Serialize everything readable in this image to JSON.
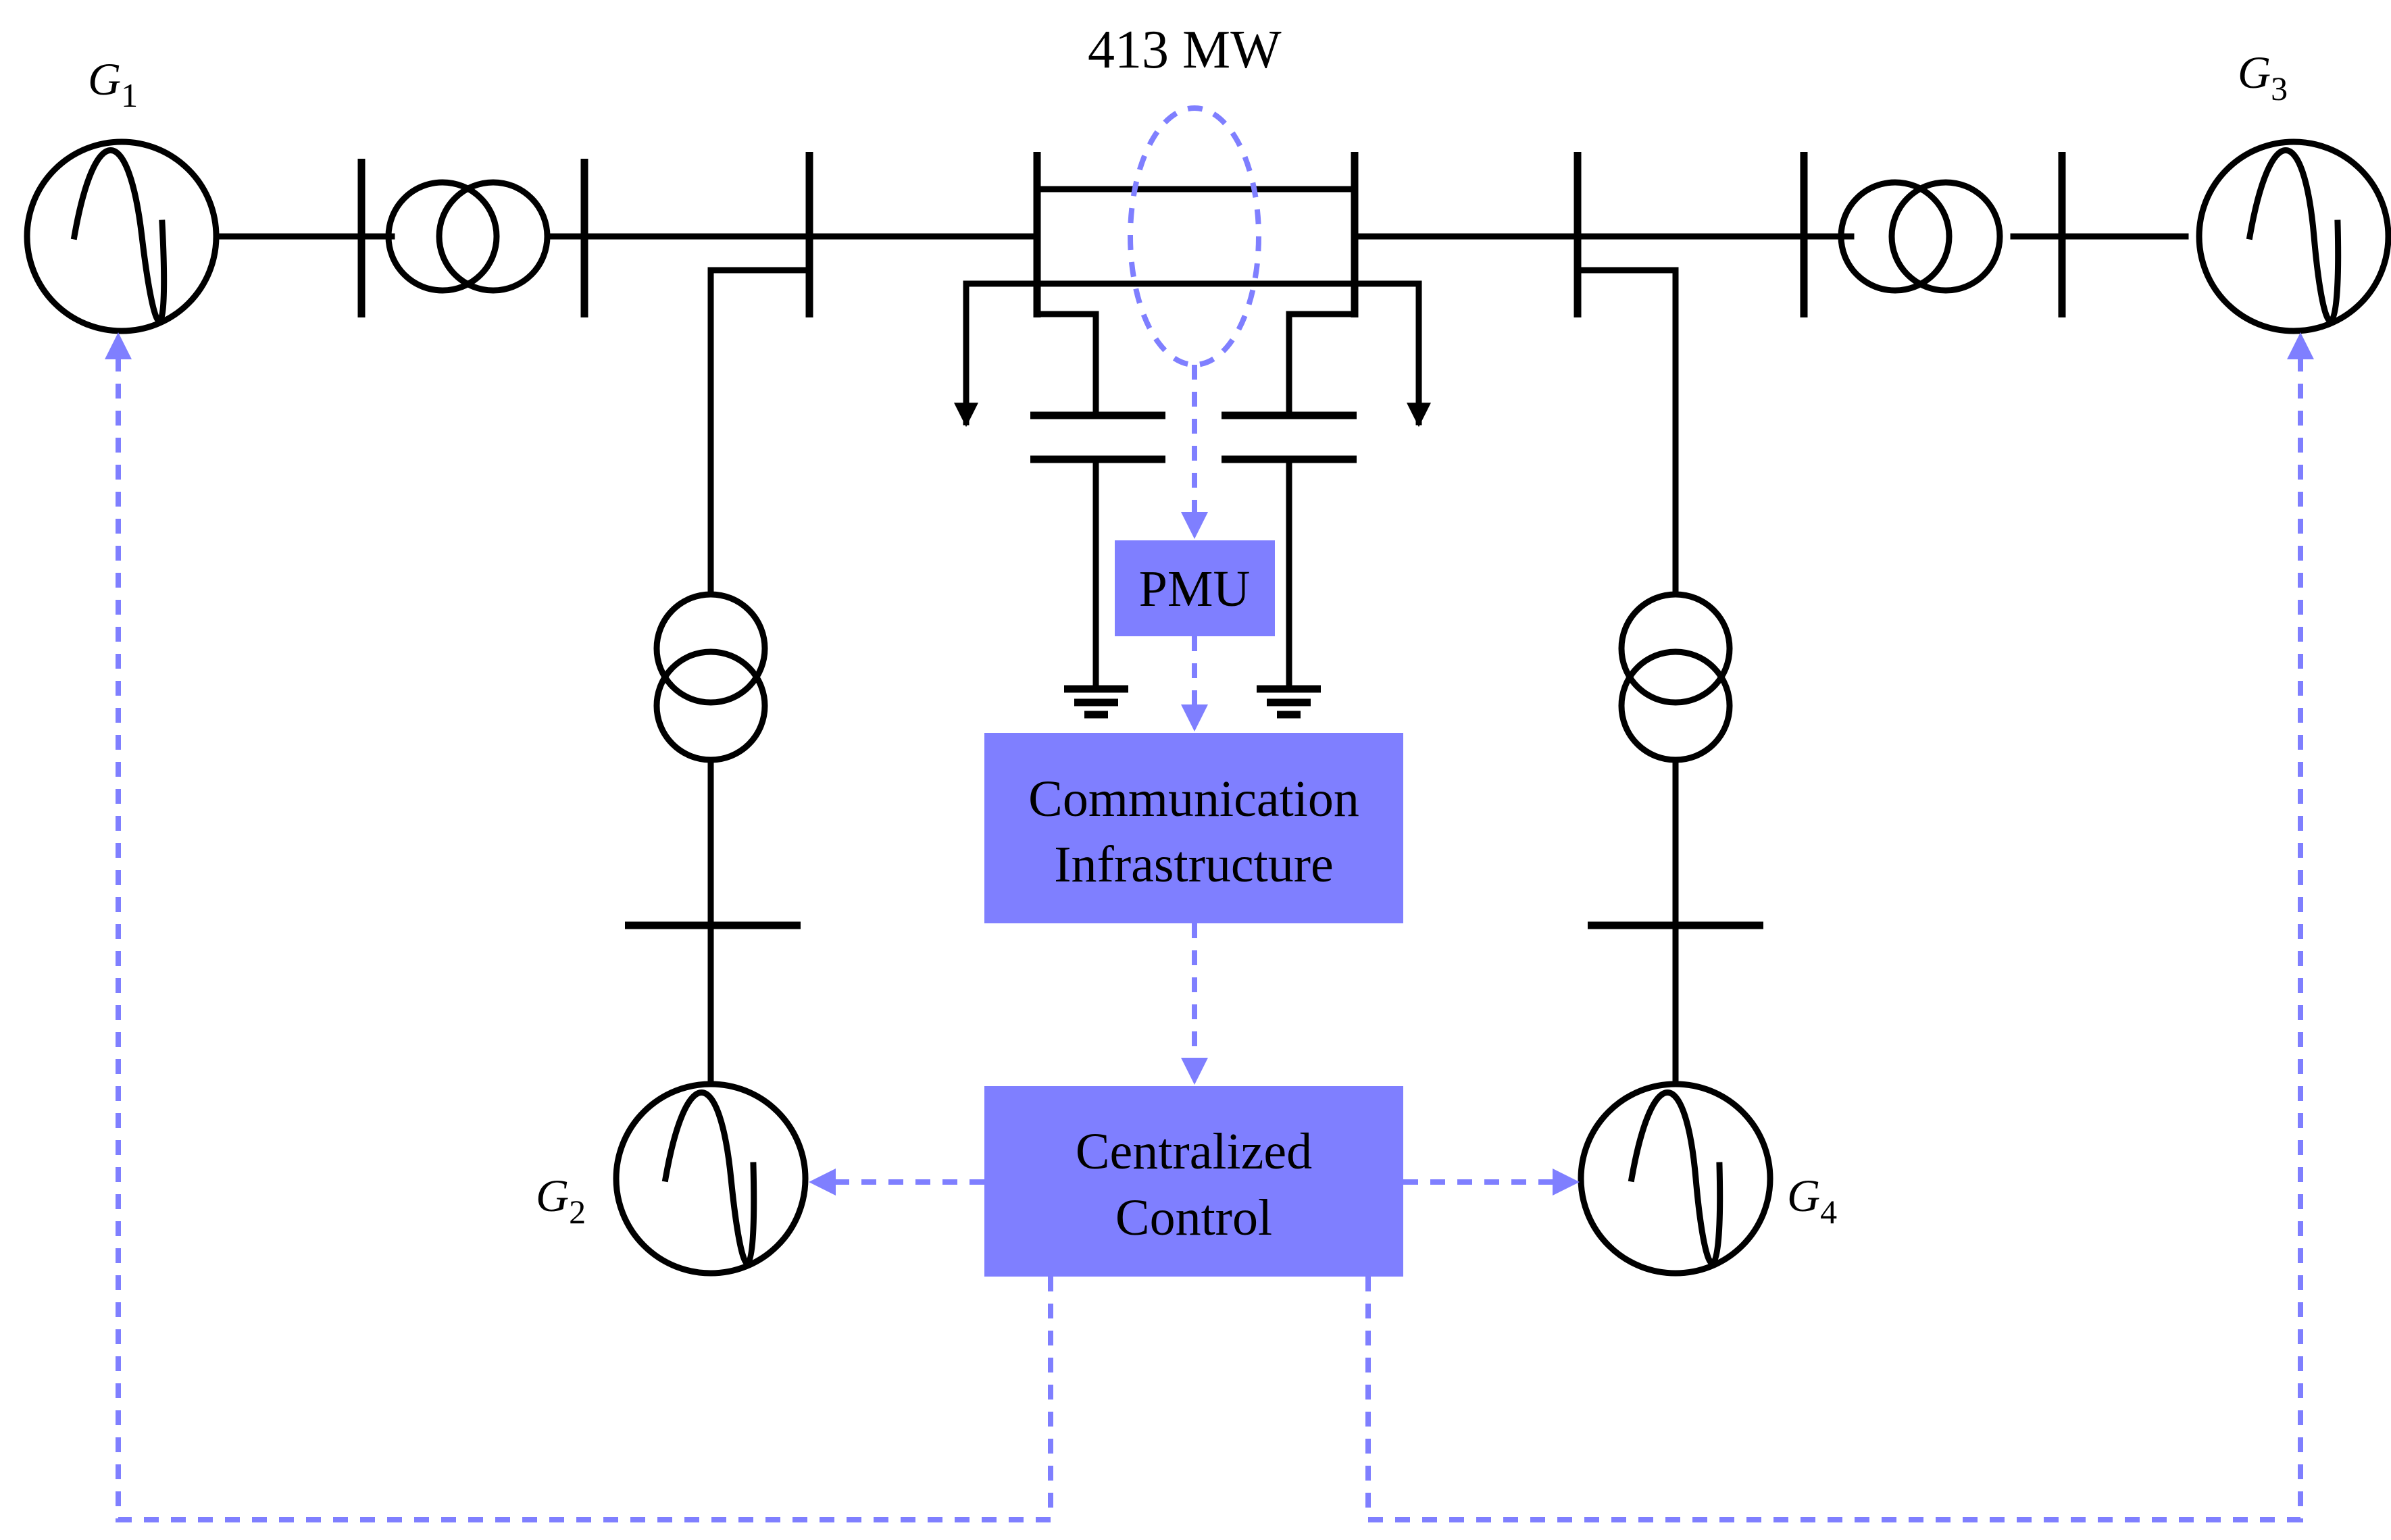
{
  "colors": {
    "signal": "#7f7fff",
    "line": "#000000",
    "background": "#ffffff"
  },
  "power_label": "413 MW",
  "generators": [
    {
      "id": "g1",
      "name": "G",
      "sub": "1"
    },
    {
      "id": "g2",
      "name": "G",
      "sub": "2"
    },
    {
      "id": "g3",
      "name": "G",
      "sub": "3"
    },
    {
      "id": "g4",
      "name": "G",
      "sub": "4"
    }
  ],
  "blocks": {
    "pmu": "PMU",
    "communication": [
      "Communication",
      "Infrastructure"
    ],
    "control": [
      "Centralized",
      "Control"
    ]
  }
}
